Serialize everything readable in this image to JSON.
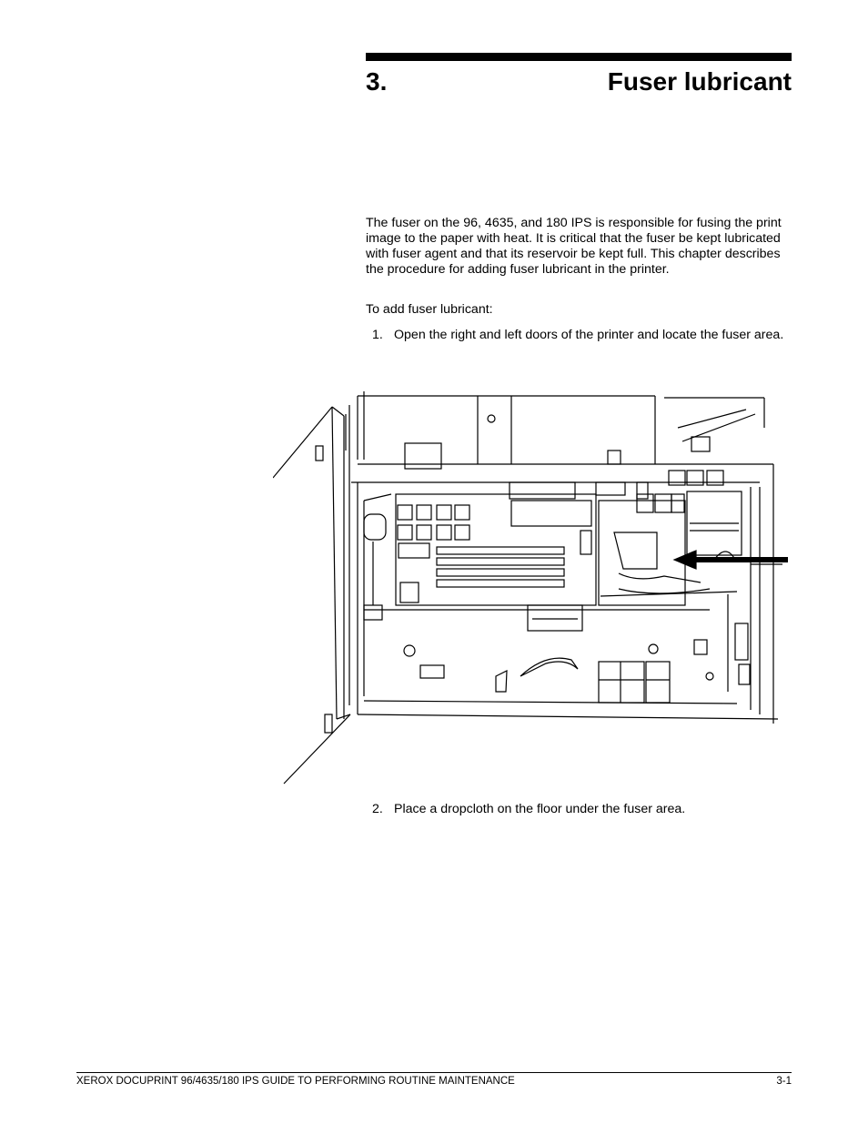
{
  "chapter": {
    "number": "3.",
    "title": "Fuser lubricant"
  },
  "intro": "The fuser on the 96, 4635, and 180 IPS is responsible for fusing the print image to the paper with heat. It is critical that the fuser be kept lubricated with fuser agent and that its reservoir be kept full. This chapter describes the procedure for adding fuser lubricant in the printer.",
  "lead_in": "To add fuser lubricant:",
  "steps": [
    {
      "number": "1.",
      "text": "Open the right and left doors of the printer and locate the fuser area."
    },
    {
      "number": "2.",
      "text": "Place a dropcloth on the floor under the fuser area."
    }
  ],
  "footer": {
    "left": "XEROX DOCUPRINT 96/4635/180 IPS GUIDE TO PERFORMING ROUTINE MAINTENANCE",
    "right": "3-1"
  }
}
